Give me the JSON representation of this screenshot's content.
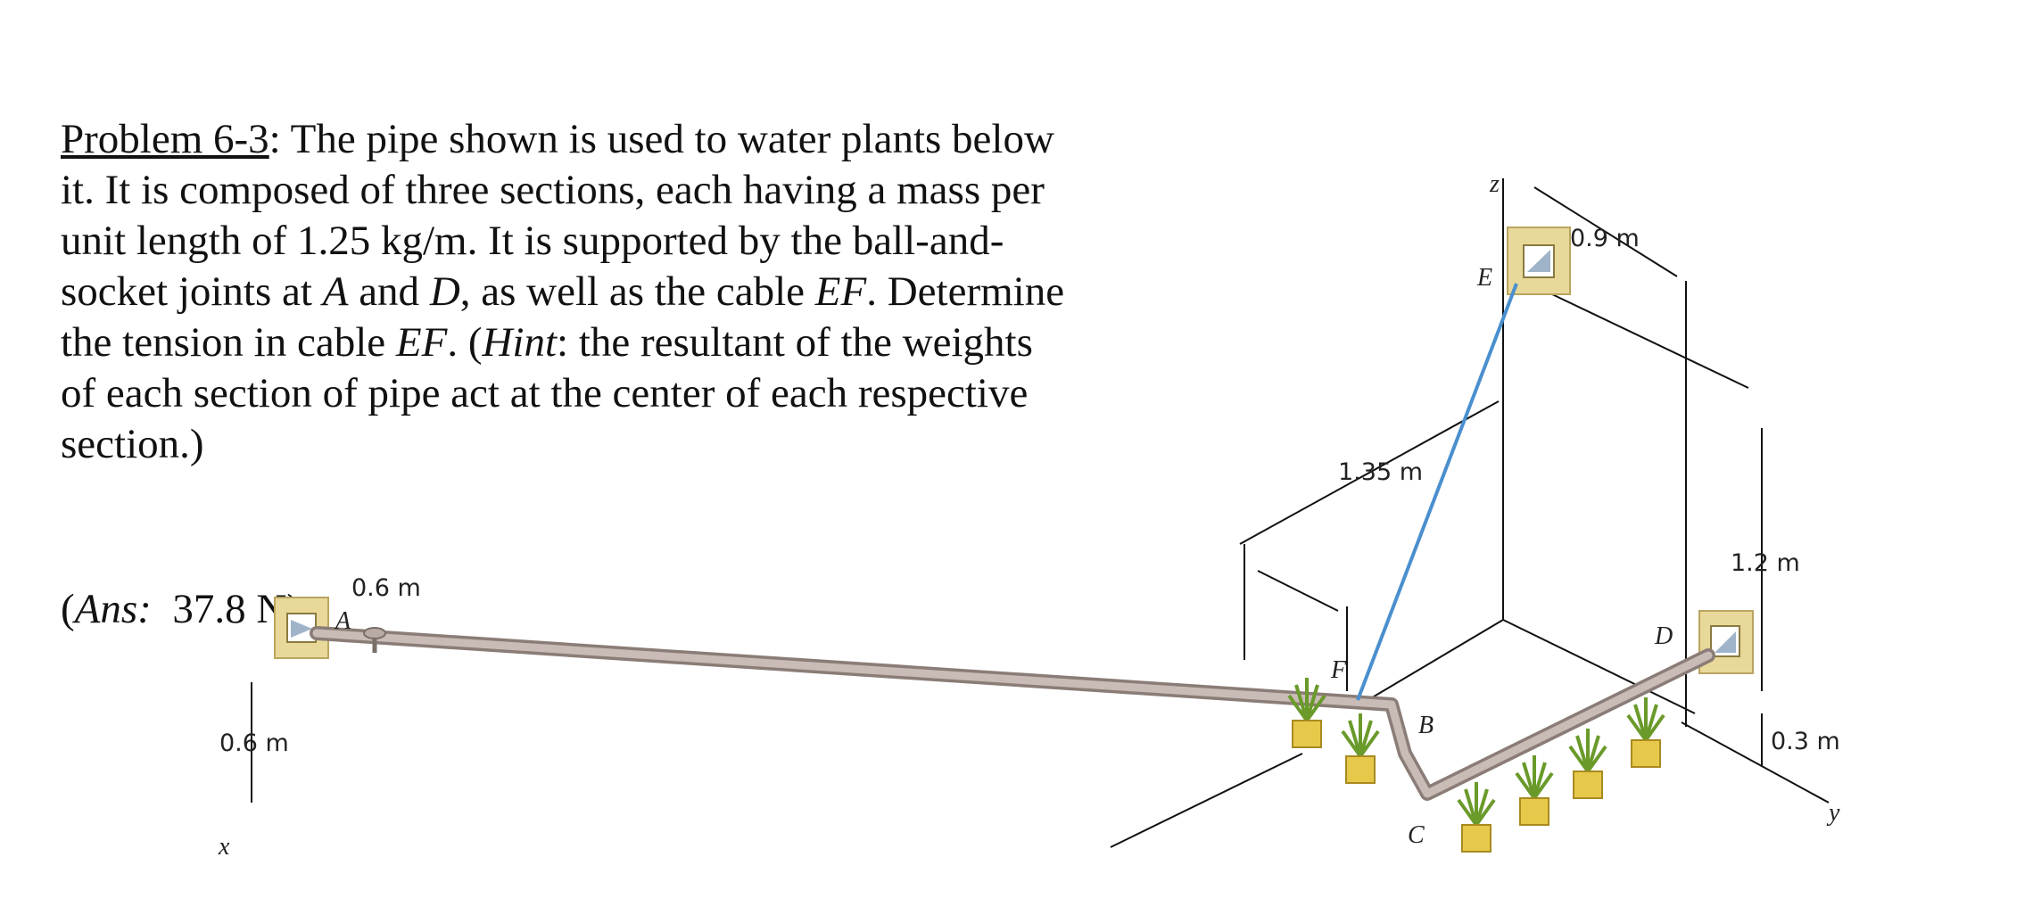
{
  "problem": {
    "title": "Problem 6-3",
    "sentences": [
      ": The pipe shown is used to water plants below it. It is composed of three sections, each having a mass per unit length of 1.25 kg/m. It is supported by the ball-and-socket joints at ",
      "A",
      " and ",
      "D",
      ", as well as the cable ",
      "EF",
      ". Determine the tension in cable ",
      "EF",
      ". (",
      "Hint",
      ": the resultant of the weights of each section of pipe act at the center of each respective section.)"
    ]
  },
  "answer": {
    "label": "Ans:",
    "value": "37.8 N"
  },
  "figure": {
    "dims": {
      "d09": "0.9 m",
      "d135": "1.35 m",
      "d06top": "0.6 m",
      "d12": "1.2 m",
      "d06left": "0.6 m",
      "d03": "0.3 m"
    },
    "points": {
      "A": "A",
      "B": "B",
      "C": "C",
      "D": "D",
      "E": "E",
      "F": "F"
    },
    "axes": {
      "x": "x",
      "y": "y",
      "z": "z"
    },
    "colors": {
      "cable": "#4a8fce",
      "pipe": "#a89a94",
      "bracket": "#e8d89a"
    }
  }
}
